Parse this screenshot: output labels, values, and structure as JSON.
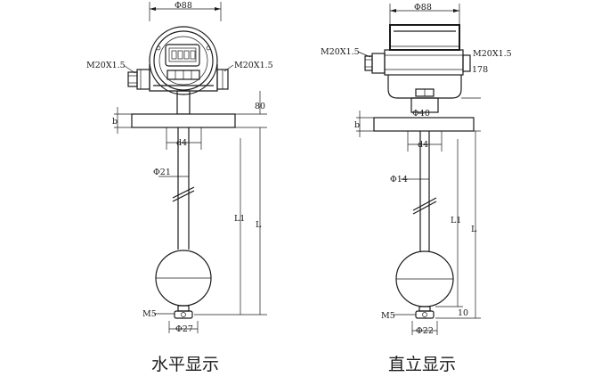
{
  "left_view": {
    "caption": "水平显示",
    "dim_top": "Φ88",
    "dim_thread_left": "M20X1.5",
    "dim_thread_right": "M20X1.5",
    "dim_height": "80",
    "dim_flange": "b",
    "dim_d4": "d4",
    "dim_rod": "Φ21",
    "dim_l1": "L1",
    "dim_l": "L",
    "dim_m5": "M5",
    "dim_bottom": "Φ27"
  },
  "right_view": {
    "caption": "直立显示",
    "dim_top": "Φ88",
    "dim_thread_left": "M20X1.5",
    "dim_thread_right": "M20X1.5",
    "dim_height": "178",
    "dim_neck": "Φ40",
    "dim_flange": "b",
    "dim_d4": "d4",
    "dim_rod": "Φ14",
    "dim_l1": "L1",
    "dim_l": "L",
    "dim_m5": "M5",
    "dim_bottom": "Φ22",
    "dim_bottom_h": "10"
  }
}
